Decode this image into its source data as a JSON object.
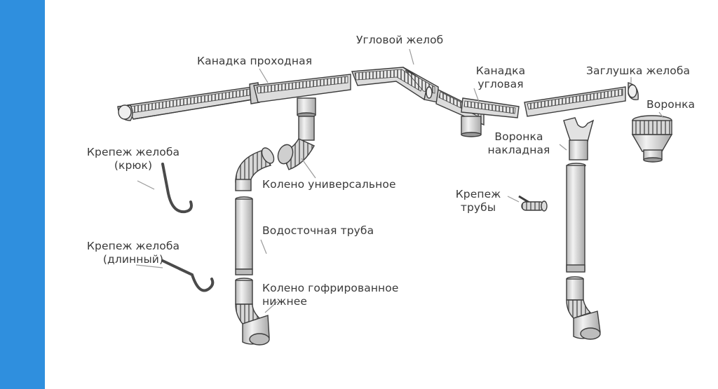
{
  "colors": {
    "accent_bar": "#2f8fde",
    "outline": "#3c3c3c",
    "fill_light": "#e8e8e8",
    "fill_mid": "#c9c9c9",
    "fill_dark": "#8c8c8c",
    "leader": "#9a9a9a",
    "text": "#3a3a3a"
  },
  "labels": {
    "corner_gutter": "Угловой желоб",
    "pass_connector": "Канадка проходная",
    "corner_connector_1": "Канадка",
    "corner_connector_2": "угловая",
    "gutter_cap": "Заглушка желоба",
    "funnel": "Воронка",
    "overlay_funnel_1": "Воронка",
    "overlay_funnel_2": "накладная",
    "gutter_hook_1": "Крепеж желоба",
    "gutter_hook_2": "(крюк)",
    "universal_elbow": "Колено универсальное",
    "pipe_bracket_1": "Крепеж",
    "pipe_bracket_2": "трубы",
    "downpipe": "Водосточная труба",
    "gutter_long_1": "Крепеж желоба",
    "gutter_long_2": "(длинный)",
    "corrugated_elbow_1": "Колено гофрированное",
    "corrugated_elbow_2": "нижнее"
  }
}
